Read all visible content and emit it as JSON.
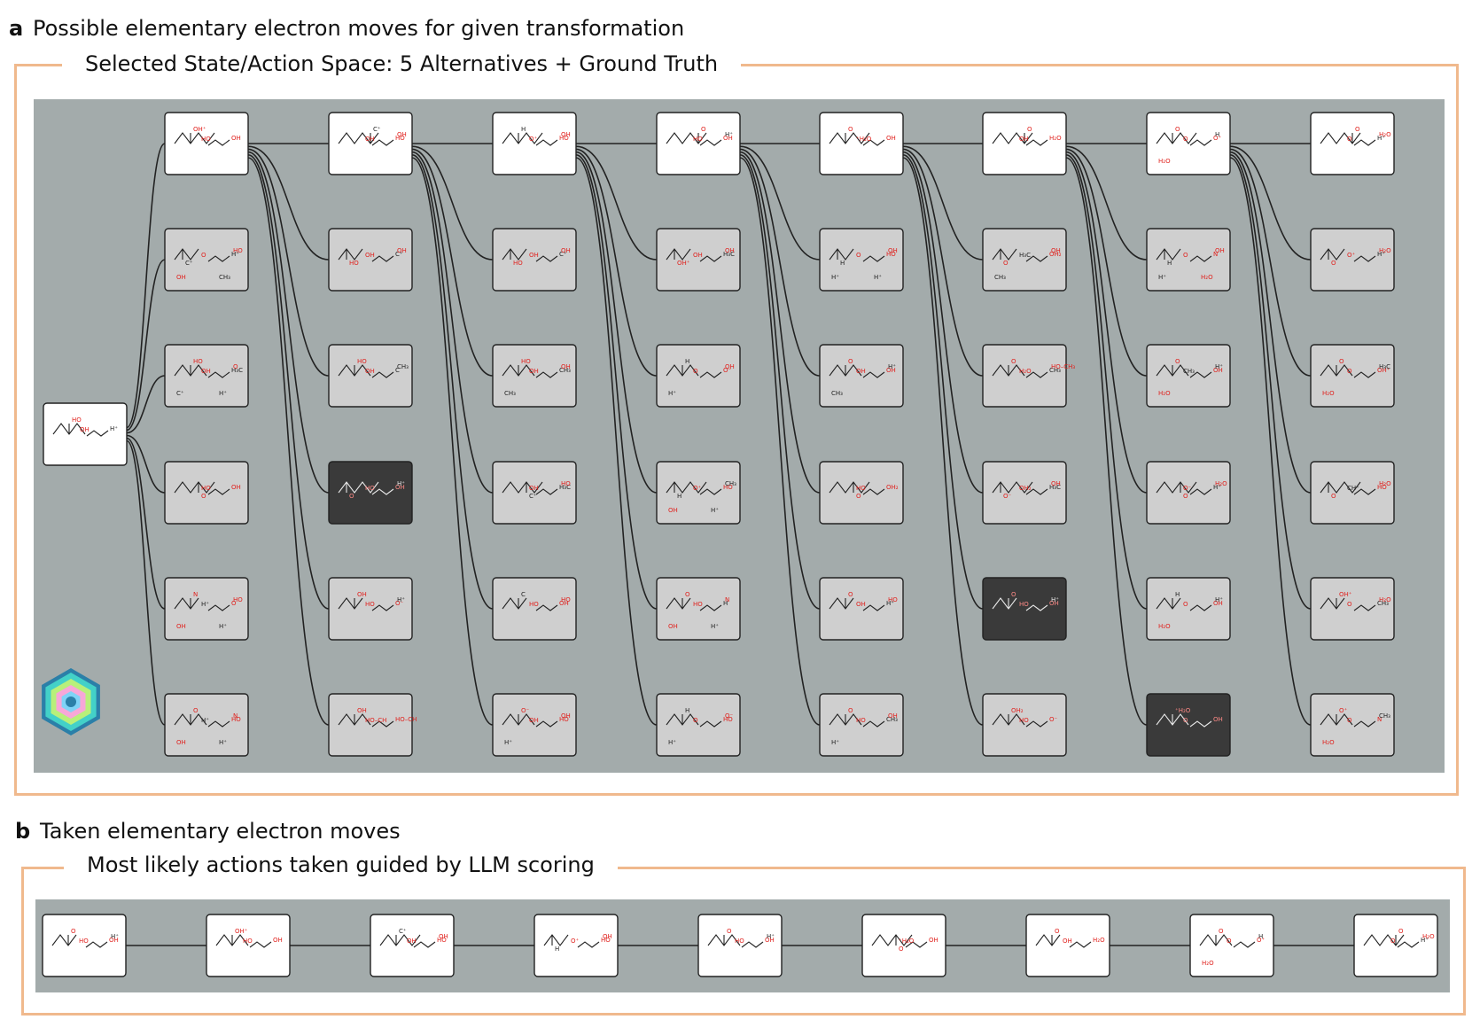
{
  "panel_a": {
    "letter": "a",
    "title": "Possible elementary electron moves for given transformation",
    "frame_title": "Selected State/Action Space: 5 Alternatives + Ground Truth",
    "start_node_labels": [
      "HO",
      "OH",
      "H⁺"
    ],
    "columns": [
      {
        "nodes": [
          {
            "type": "ground-truth",
            "labels": [
              "OH⁺",
              "HO",
              "OH"
            ]
          },
          {
            "type": "alternative",
            "labels": [
              "C⁺",
              "O",
              "H⁺",
              "HO",
              "OH",
              "CH₃"
            ]
          },
          {
            "type": "alternative",
            "labels": [
              "HO",
              "OH",
              "H₃C",
              "O",
              "C⁺",
              "H⁺"
            ]
          },
          {
            "type": "alternative",
            "labels": [
              "O",
              "HO",
              "OH"
            ]
          },
          {
            "type": "alternative",
            "labels": [
              "N",
              "H⁺",
              "O",
              "HO",
              "OH",
              "H⁺"
            ]
          },
          {
            "type": "alternative",
            "labels": [
              "O",
              "H⁺",
              "HO",
              "N",
              "OH",
              "H⁺"
            ]
          }
        ]
      },
      {
        "nodes": [
          {
            "type": "ground-truth",
            "labels": [
              "C⁺",
              "OH",
              "HO",
              "OH"
            ]
          },
          {
            "type": "alternative",
            "labels": [
              "HO",
              "OH",
              "C⁺",
              "OH"
            ]
          },
          {
            "type": "alternative",
            "labels": [
              "HO",
              "OH",
              "C",
              "CH₃"
            ]
          },
          {
            "type": "selected",
            "labels": [
              "O",
              "HO",
              "OH",
              "H⁺"
            ]
          },
          {
            "type": "alternative",
            "labels": [
              "OH",
              "HO",
              "O⁻",
              "H⁺"
            ]
          },
          {
            "type": "alternative",
            "labels": [
              "OH",
              "HO–CH",
              "HO–CH"
            ]
          }
        ]
      },
      {
        "nodes": [
          {
            "type": "ground-truth",
            "labels": [
              "H",
              "O⁺",
              "HO",
              "OH"
            ]
          },
          {
            "type": "alternative",
            "labels": [
              "HO",
              "OH",
              "C⁺",
              "OH"
            ]
          },
          {
            "type": "alternative",
            "labels": [
              "HO",
              "OH",
              "CH₃",
              "OH",
              "CH₃"
            ]
          },
          {
            "type": "alternative",
            "labels": [
              "C⁺",
              "OH",
              "H₃C",
              "HO"
            ]
          },
          {
            "type": "alternative",
            "labels": [
              "C",
              "HO",
              "OH",
              "HO"
            ]
          },
          {
            "type": "alternative",
            "labels": [
              "O⁻",
              "OH",
              "HO",
              "OH",
              "H⁺"
            ]
          }
        ]
      },
      {
        "nodes": [
          {
            "type": "ground-truth",
            "labels": [
              "O",
              "HO",
              "OH",
              "H⁺"
            ]
          },
          {
            "type": "alternative",
            "labels": [
              "OH⁺",
              "OH",
              "H₃C",
              "OH"
            ]
          },
          {
            "type": "alternative",
            "labels": [
              "H",
              "O",
              "O⁻",
              "OH",
              "H⁺"
            ]
          },
          {
            "type": "alternative",
            "labels": [
              "H",
              "O⁺",
              "HO",
              "CH₃",
              "OH",
              "H⁺"
            ]
          },
          {
            "type": "alternative",
            "labels": [
              "O",
              "HO",
              "H",
              "N",
              "OH",
              "H⁺"
            ]
          },
          {
            "type": "alternative",
            "labels": [
              "H",
              "O",
              "HO",
              "O⁻",
              "H⁺"
            ]
          }
        ]
      },
      {
        "nodes": [
          {
            "type": "ground-truth",
            "labels": [
              "O",
              "⁺H₂O",
              "OH"
            ]
          },
          {
            "type": "alternative",
            "labels": [
              "H",
              "O",
              "HO",
              "OH",
              "H⁺",
              "H⁺"
            ]
          },
          {
            "type": "alternative",
            "labels": [
              "O",
              "OH",
              "OH",
              "H⁺",
              "CH₃"
            ]
          },
          {
            "type": "alternative",
            "labels": [
              "O",
              "HO",
              "OH₂"
            ]
          },
          {
            "type": "alternative",
            "labels": [
              "O",
              "OH",
              "H⁺",
              "HO"
            ]
          },
          {
            "type": "alternative",
            "labels": [
              "O",
              "HO",
              "CH₃",
              "OH",
              "H⁺"
            ]
          }
        ]
      },
      {
        "nodes": [
          {
            "type": "ground-truth",
            "labels": [
              "O",
              "OH",
              "H₂O"
            ]
          },
          {
            "type": "alternative",
            "labels": [
              "O",
              "H₃C",
              "OH₂",
              "OH",
              "CH₃"
            ]
          },
          {
            "type": "alternative",
            "labels": [
              "O",
              "H₂O",
              "CH₃",
              "HO–CH₃"
            ]
          },
          {
            "type": "alternative",
            "labels": [
              "O⁻",
              "OH₂",
              "H₃C",
              "OH"
            ]
          },
          {
            "type": "selected",
            "labels": [
              "O",
              "HO",
              "OH",
              "H⁺"
            ]
          },
          {
            "type": "alternative",
            "labels": [
              "OH₂",
              "HO",
              "O⁻"
            ]
          }
        ]
      },
      {
        "nodes": [
          {
            "type": "ground-truth",
            "labels": [
              "O",
              "O",
              "O⁺",
              "H",
              "H₂O"
            ]
          },
          {
            "type": "alternative",
            "labels": [
              "H",
              "O",
              "N",
              "OH",
              "H⁺",
              "H₂O"
            ]
          },
          {
            "type": "alternative",
            "labels": [
              "O",
              "CH₃",
              "OH",
              "H⁺",
              "H₂O"
            ]
          },
          {
            "type": "alternative",
            "labels": [
              "O",
              "O⁻",
              "H⁺",
              "H₂O"
            ]
          },
          {
            "type": "alternative",
            "labels": [
              "H",
              "O",
              "OH",
              "H⁺",
              "H₂O"
            ]
          },
          {
            "type": "selected",
            "labels": [
              "⁺H₂O",
              "O",
              "OH"
            ]
          }
        ]
      },
      {
        "nodes": [
          {
            "type": "ground-truth",
            "labels": [
              "O",
              "O",
              "H⁺",
              "H₂O"
            ]
          },
          {
            "type": "alternative",
            "labels": [
              "O",
              "O⁺",
              "H⁺",
              "H₂O"
            ]
          },
          {
            "type": "alternative",
            "labels": [
              "O",
              "O",
              "OH⁺",
              "H₃C",
              "H₂O"
            ]
          },
          {
            "type": "alternative",
            "labels": [
              "O",
              "CH⁺",
              "HO",
              "H₂O"
            ]
          },
          {
            "type": "alternative",
            "labels": [
              "OH⁺",
              "O",
              "CH₃",
              "H₂O"
            ]
          },
          {
            "type": "alternative",
            "labels": [
              "O⁺",
              "O",
              "N",
              "CH₃",
              "H₂O"
            ]
          }
        ]
      }
    ]
  },
  "panel_b": {
    "letter": "b",
    "title": "Taken  elementary electron moves",
    "frame_title": "Most likely actions taken guided by LLM scoring",
    "nodes": [
      {
        "labels": [
          "O",
          "HO",
          "OH",
          "H⁺"
        ]
      },
      {
        "labels": [
          "OH⁺",
          "HO",
          "OH"
        ]
      },
      {
        "labels": [
          "C⁺",
          "OH",
          "HO",
          "OH"
        ]
      },
      {
        "labels": [
          "H",
          "O⁺",
          "HO",
          "OH"
        ]
      },
      {
        "labels": [
          "O",
          "HO",
          "OH",
          "H⁺"
        ]
      },
      {
        "labels": [
          "O",
          "⁺H₂O",
          "OH"
        ]
      },
      {
        "labels": [
          "O",
          "OH",
          "H₂O"
        ]
      },
      {
        "labels": [
          "O",
          "O",
          "O⁺",
          "H",
          "H₂O"
        ]
      },
      {
        "labels": [
          "O",
          "O",
          "H⁺",
          "H₂O"
        ]
      }
    ]
  },
  "colors": {
    "frame": "#f0b98d",
    "canvas": "#a3abab",
    "ground_truth_fill": "#ffffff",
    "alternative_fill": "#cfcfcf",
    "selected_fill": "#3a3a3a",
    "heteroatom": "#e0201c",
    "bond": "#222222"
  }
}
